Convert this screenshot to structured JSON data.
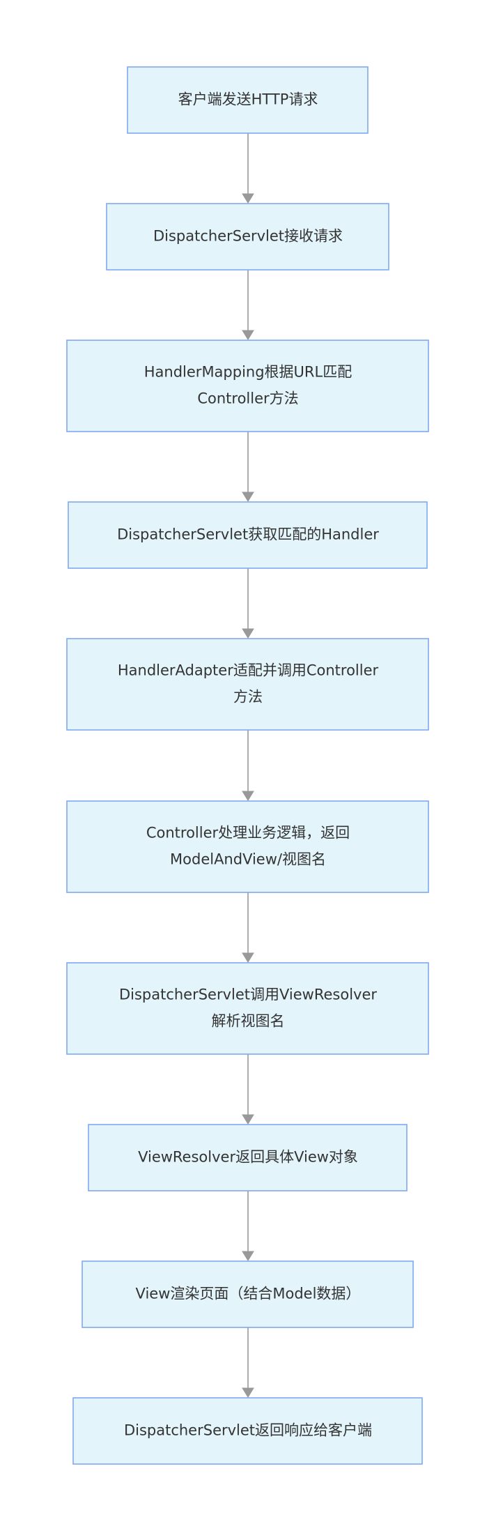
{
  "diagram": {
    "type": "flowchart",
    "colors": {
      "node_fill": "#e3f4fb",
      "node_border": "#7fa8f2",
      "text": "#333333",
      "arrow": "#999999"
    },
    "nodes": [
      {
        "id": "n1",
        "lines": [
          "客户端发送HTTP请求"
        ]
      },
      {
        "id": "n2",
        "lines": [
          "DispatcherServlet接收请求"
        ]
      },
      {
        "id": "n3",
        "lines": [
          "HandlerMapping根据URL匹配",
          "Controller方法"
        ]
      },
      {
        "id": "n4",
        "lines": [
          "DispatcherServlet获取匹配的Handler"
        ]
      },
      {
        "id": "n5",
        "lines": [
          "HandlerAdapter适配并调用Controller",
          "方法"
        ]
      },
      {
        "id": "n6",
        "lines": [
          "Controller处理业务逻辑，返回",
          "ModelAndView/视图名"
        ]
      },
      {
        "id": "n7",
        "lines": [
          "DispatcherServlet调用ViewResolver",
          "解析视图名"
        ]
      },
      {
        "id": "n8",
        "lines": [
          "ViewResolver返回具体View对象"
        ]
      },
      {
        "id": "n9",
        "lines": [
          "View渲染页面（结合Model数据）"
        ]
      },
      {
        "id": "n10",
        "lines": [
          "DispatcherServlet返回响应给客户端"
        ]
      }
    ],
    "edges": [
      {
        "from": "n1",
        "to": "n2"
      },
      {
        "from": "n2",
        "to": "n3"
      },
      {
        "from": "n3",
        "to": "n4"
      },
      {
        "from": "n4",
        "to": "n5"
      },
      {
        "from": "n5",
        "to": "n6"
      },
      {
        "from": "n6",
        "to": "n7"
      },
      {
        "from": "n7",
        "to": "n8"
      },
      {
        "from": "n8",
        "to": "n9"
      },
      {
        "from": "n9",
        "to": "n10"
      }
    ]
  }
}
